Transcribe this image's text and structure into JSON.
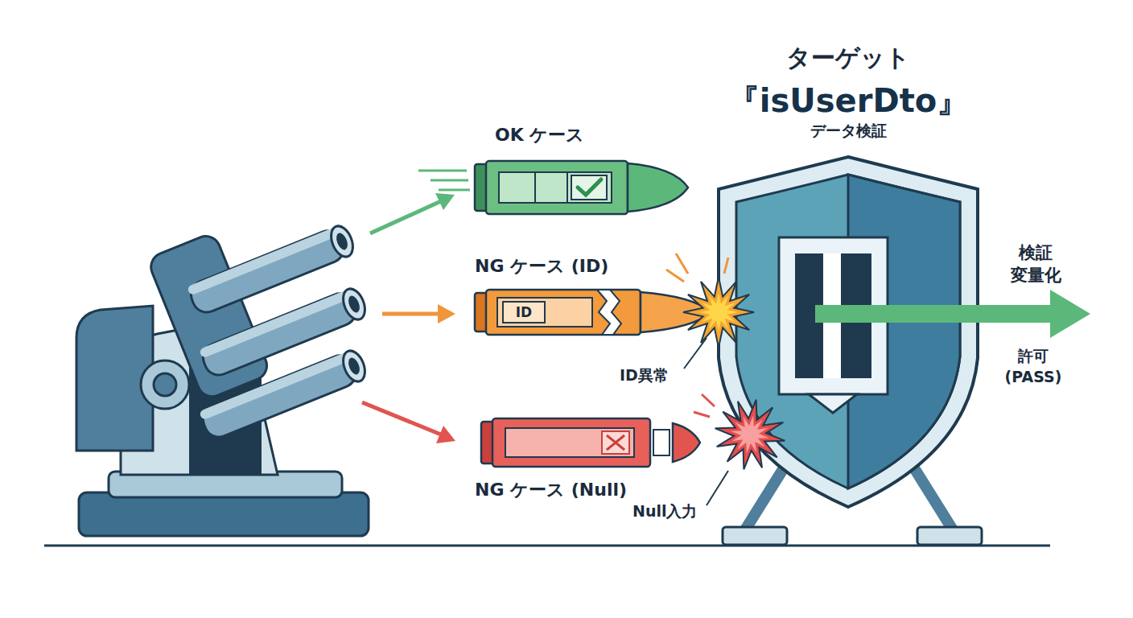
{
  "diagram": {
    "nodes": [
      {
        "text": [
          "OK ケース"
        ]
      },
      {
        "text": [
          "NG ケース (ID)",
          "ID"
        ]
      },
      {
        "text": [
          "NG ケース (Null)"
        ]
      },
      {
        "text": [
          "ターゲット",
          "『isUserDto』",
          "データ検証"
        ]
      }
    ],
    "labels": [
      "ID異常",
      "Null入力",
      "検証 変量化",
      "許可 (PASS)"
    ]
  }
}
